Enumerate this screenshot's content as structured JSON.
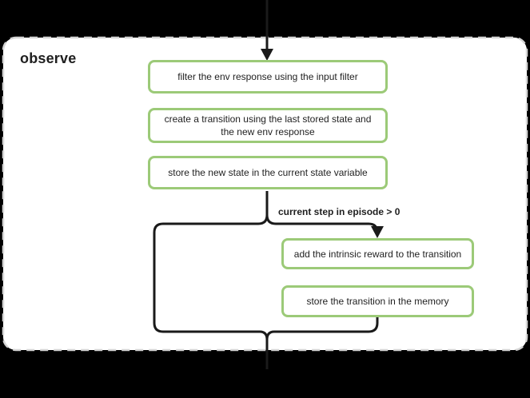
{
  "diagram": {
    "type": "flowchart",
    "title": "observe",
    "nodes": [
      {
        "id": "filter_env_response",
        "label": "filter the env response using the input filter"
      },
      {
        "id": "create_transition",
        "label": "create a transition using the last stored state and the new env response"
      },
      {
        "id": "store_new_state",
        "label": "store the new state in the current state variable"
      },
      {
        "id": "add_intrinsic_reward",
        "label": "add the intrinsic reward to the transition"
      },
      {
        "id": "store_transition",
        "label": "store the transition in the memory"
      }
    ],
    "condition_label": "current step in episode > 0",
    "edges": [
      "entry -> filter_env_response",
      "store_new_state -> branch",
      "branch (condition true) -> add_intrinsic_reward",
      "branch (skip) -> merge",
      "store_transition -> merge",
      "merge -> exit"
    ],
    "colors": {
      "background": "#000000",
      "panel_fill": "#ffffff",
      "panel_border": "#d4d4d4",
      "node_border": "#9cca78",
      "edge": "#1a1a1a",
      "text": "#1f1f1f"
    }
  }
}
